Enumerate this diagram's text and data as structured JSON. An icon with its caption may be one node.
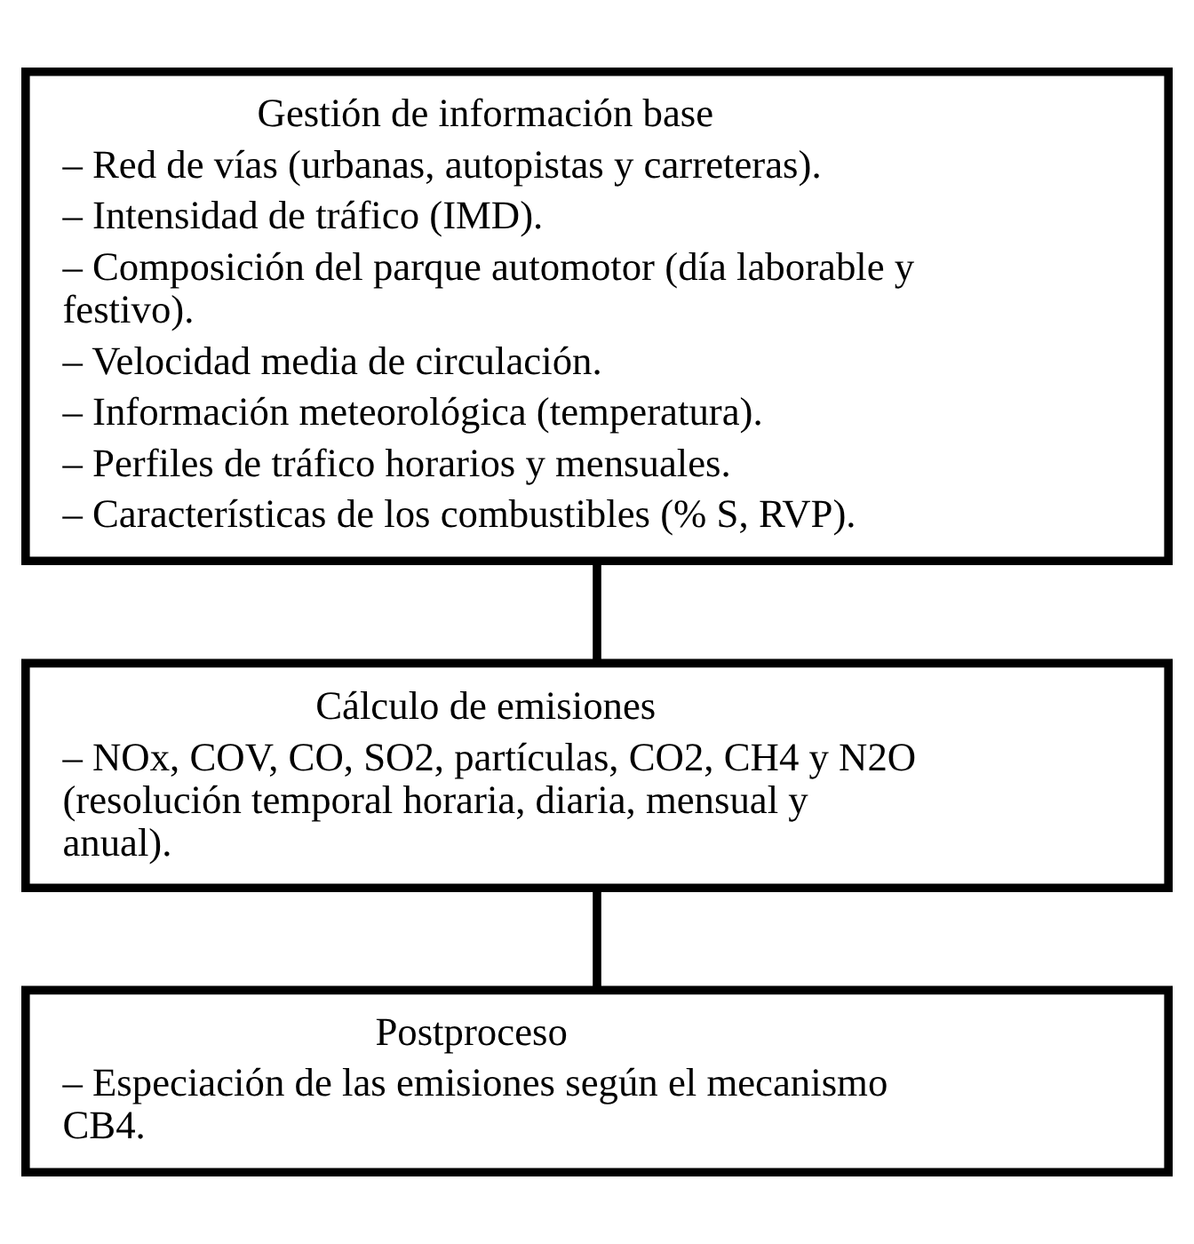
{
  "diagram": {
    "nodes": [
      {
        "text": [
          "Gestión de información base",
          "– Red de vías (urbanas, autopistas y carreteras).",
          "– Intensidad de tráfico (IMD).",
          "– Composición del parque automotor (día laborable y festivo).",
          "– Velocidad media de circulación.",
          "– Información meteorológica (temperatura).",
          "– Perfiles de tráfico horarios y mensuales.",
          "– Características de los combustibles (% S, RVP)."
        ]
      },
      {
        "text": [
          "Cálculo de emisiones",
          "– NOx, COV, CO, SO2, partículas, CO2, CH4 y N2O (resolución temporal horaria, diaria, mensual y anual)."
        ]
      },
      {
        "text": [
          "Postproceso",
          "– Especiación de las emisiones según el mecanismo CB4."
        ]
      }
    ],
    "edges": [
      {
        "from": 0,
        "to": 1,
        "arrow": "none"
      },
      {
        "from": 1,
        "to": 2,
        "arrow": "none"
      }
    ]
  }
}
